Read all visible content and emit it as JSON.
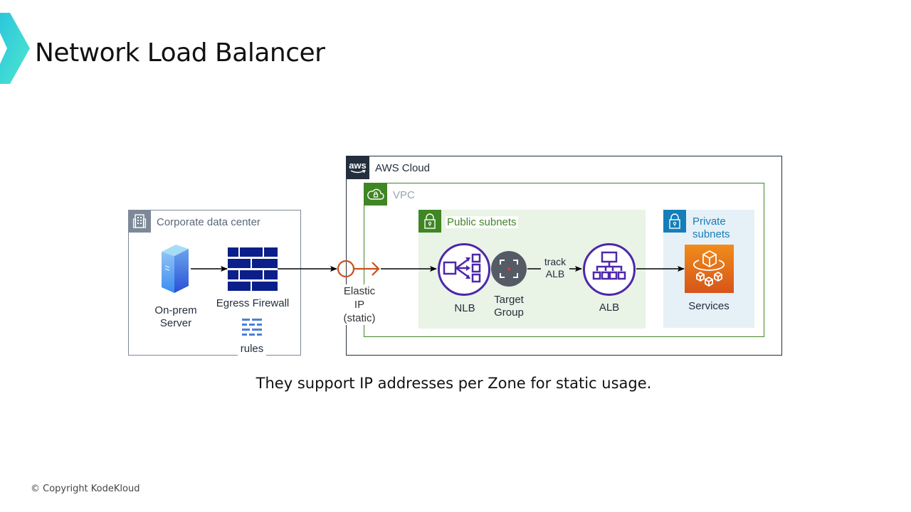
{
  "slide": {
    "title": "Network Load Balancer",
    "caption": "They support IP addresses per Zone for static usage.",
    "copyright": "© Copyright KodeKloud"
  },
  "diagram": {
    "corporate_dc": {
      "title": "Corporate data center",
      "server_label_line1": "On-prem",
      "server_label_line2": "Server",
      "firewall_label": "Egress Firewall",
      "rules_label": "rules"
    },
    "elastic_ip": {
      "line1": "Elastic",
      "line2": "IP",
      "line3": "(static)"
    },
    "aws_cloud": {
      "title": "AWS Cloud",
      "logo": "aws"
    },
    "vpc": {
      "title": "VPC"
    },
    "public_subnets": {
      "title": "Public subnets",
      "nlb_label": "NLB",
      "target_group_line1": "Target",
      "target_group_line2": "Group",
      "edge_label_line1": "track",
      "edge_label_line2": "ALB",
      "alb_label": "ALB"
    },
    "private_subnets": {
      "title_line1": "Private",
      "title_line2": "subnets",
      "services_label": "Services"
    },
    "colors": {
      "vpc_green": "#3f8624",
      "public_subnet_bg": "#e9f3e6",
      "private_subnet_bg": "#e6f0f7",
      "private_blue": "#147eba",
      "elb_purple": "#4d27aa",
      "target_group_gray": "#545b64",
      "elastic_ip_orange": "#c7511f",
      "firewall_navy": "#0b1f8a",
      "services_orange": "#e0650f",
      "aws_dark": "#232f3e",
      "accent_teal": "#2ed3d0"
    }
  }
}
